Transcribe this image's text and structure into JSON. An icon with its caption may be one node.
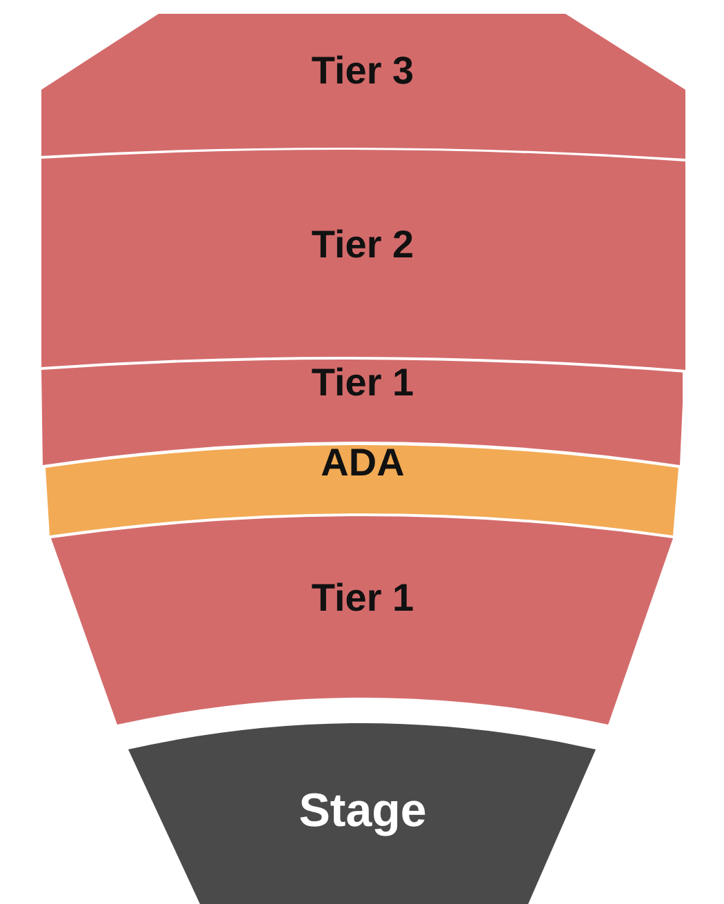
{
  "diagram": {
    "nodes": [
      {
        "text": [
          "Tier 3"
        ]
      },
      {
        "text": [
          "Tier 2"
        ]
      },
      {
        "text": [
          "Tier 1"
        ]
      },
      {
        "text": [
          "ADA"
        ]
      },
      {
        "text": [
          "Tier 1"
        ]
      },
      {
        "text": [
          "Stage"
        ]
      }
    ],
    "edges": []
  }
}
